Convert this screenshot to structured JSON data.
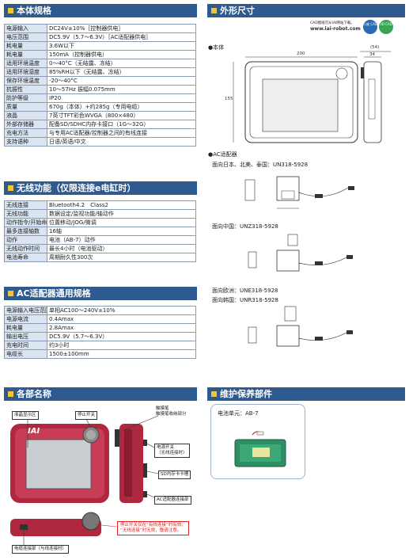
{
  "sections": {
    "spec_title": "本体规格",
    "outline_title": "外形尺寸",
    "wireless_title": "无线功能（仅限连接e电缸时）",
    "ac_title": "AC适配器通用规格",
    "parts_title": "各部名称",
    "maint_title": "维护保养部件"
  },
  "spec_rows": [
    {
      "k": "电源输入",
      "v": "DC24V±10%［控制器供电］"
    },
    {
      "k": "电压范围",
      "v": "DC5.9V（5.7～6.3V）［AC适配器供电］"
    },
    {
      "k": "耗电量",
      "v": "3.6W以下"
    },
    {
      "k": "耗电量",
      "v": "150mA（控制器供电）"
    },
    {
      "k": "适用环境温度",
      "v": "0～40°C（无结露、冻结）"
    },
    {
      "k": "适用环境湿度",
      "v": "85%RH以下（无结露、冻结）"
    },
    {
      "k": "保存环境温度",
      "v": "-20～40°C"
    },
    {
      "k": "抗振性",
      "v": "10～57Hz 振幅0.075mm"
    },
    {
      "k": "防护等级",
      "v": "IP20"
    },
    {
      "k": "质量",
      "v": "670g（本体）+约285g（专用电缆）"
    },
    {
      "k": "液晶",
      "v": "7英寸TFT彩色WVGA（800×480）"
    },
    {
      "k": "外部存储器",
      "v": "配备SD/SDHC内存卡接口（1G～32G）"
    },
    {
      "k": "充电方法",
      "v": "与专用AC适配器/控制器之间的有线连接"
    },
    {
      "k": "支持语种",
      "v": "日语/英语/中文"
    }
  ],
  "wireless_rows": [
    {
      "k": "无线连接",
      "v": "Bluetooth4.2　Class2"
    },
    {
      "k": "无线功能",
      "v": "数据设定/监视功能/轴动作"
    },
    {
      "k": "动作指令/开始命令",
      "v": "位置移动/JOG/微调"
    },
    {
      "k": "最多连接轴数",
      "v": "16轴"
    },
    {
      "k": "动作",
      "v": "电池（AB-7）动作"
    },
    {
      "k": "无线动作时间",
      "v": "最长4小时（电池驱动）"
    },
    {
      "k": "电池寿命",
      "v": "周期耐久性300次"
    }
  ],
  "ac_rows": [
    {
      "k": "电源输入电压范围",
      "v": "单相AC100～240V±10%"
    },
    {
      "k": "电源电流",
      "v": "0.4Amax"
    },
    {
      "k": "耗电量",
      "v": "2.8Amax"
    },
    {
      "k": "输出电压",
      "v": "DC5.9V（5.7～6.3V）"
    },
    {
      "k": "充电时间",
      "v": "约3小时"
    },
    {
      "k": "电缆长",
      "v": "1500±100mm"
    }
  ],
  "outline": {
    "cad_note": "CAD图纸可从IAI网站下载。",
    "url": "www.iai-robot.com",
    "badge_2d": "二维 CAD",
    "badge_3d": "3D CAD",
    "body_label": "●本体",
    "dim_width": "200",
    "dim_height": "155",
    "dim_depth": "(54)",
    "dim_depth2": "34",
    "ac_label": "●AC适配器",
    "region_jp": "面向日本、北美、泰国：UN318-5928",
    "region_cn": "面向中国：UNZ318-5928",
    "region_eu": "面向欧洲：UNE318-5928",
    "region_kr": "面向韩国：UNR318-5928"
  },
  "parts": {
    "lcd": "液晶显示区",
    "stop": "停止开关",
    "stylus": "触摸笔",
    "stylus_holder": "触摸笔收纳部分",
    "power": "电源开关",
    "power_sub": "（无线连接时）",
    "sd": "SD内存卡卡槽",
    "ac_conn": "AC适配器连接部",
    "cable_conn": "电缆连接部（与线连接时）",
    "warning_1": "停止开关仅在“有线连接”时有效。",
    "warning_2": "“无线连接”时无效，敬请注意。",
    "logo": "IAI"
  },
  "maint": {
    "battery": "电池单元：AB-7"
  },
  "colors": {
    "header": "#2f5a8f",
    "header_square": "#f5c33b",
    "key_cell": "#dbe5f1",
    "device": "#b0283f"
  }
}
